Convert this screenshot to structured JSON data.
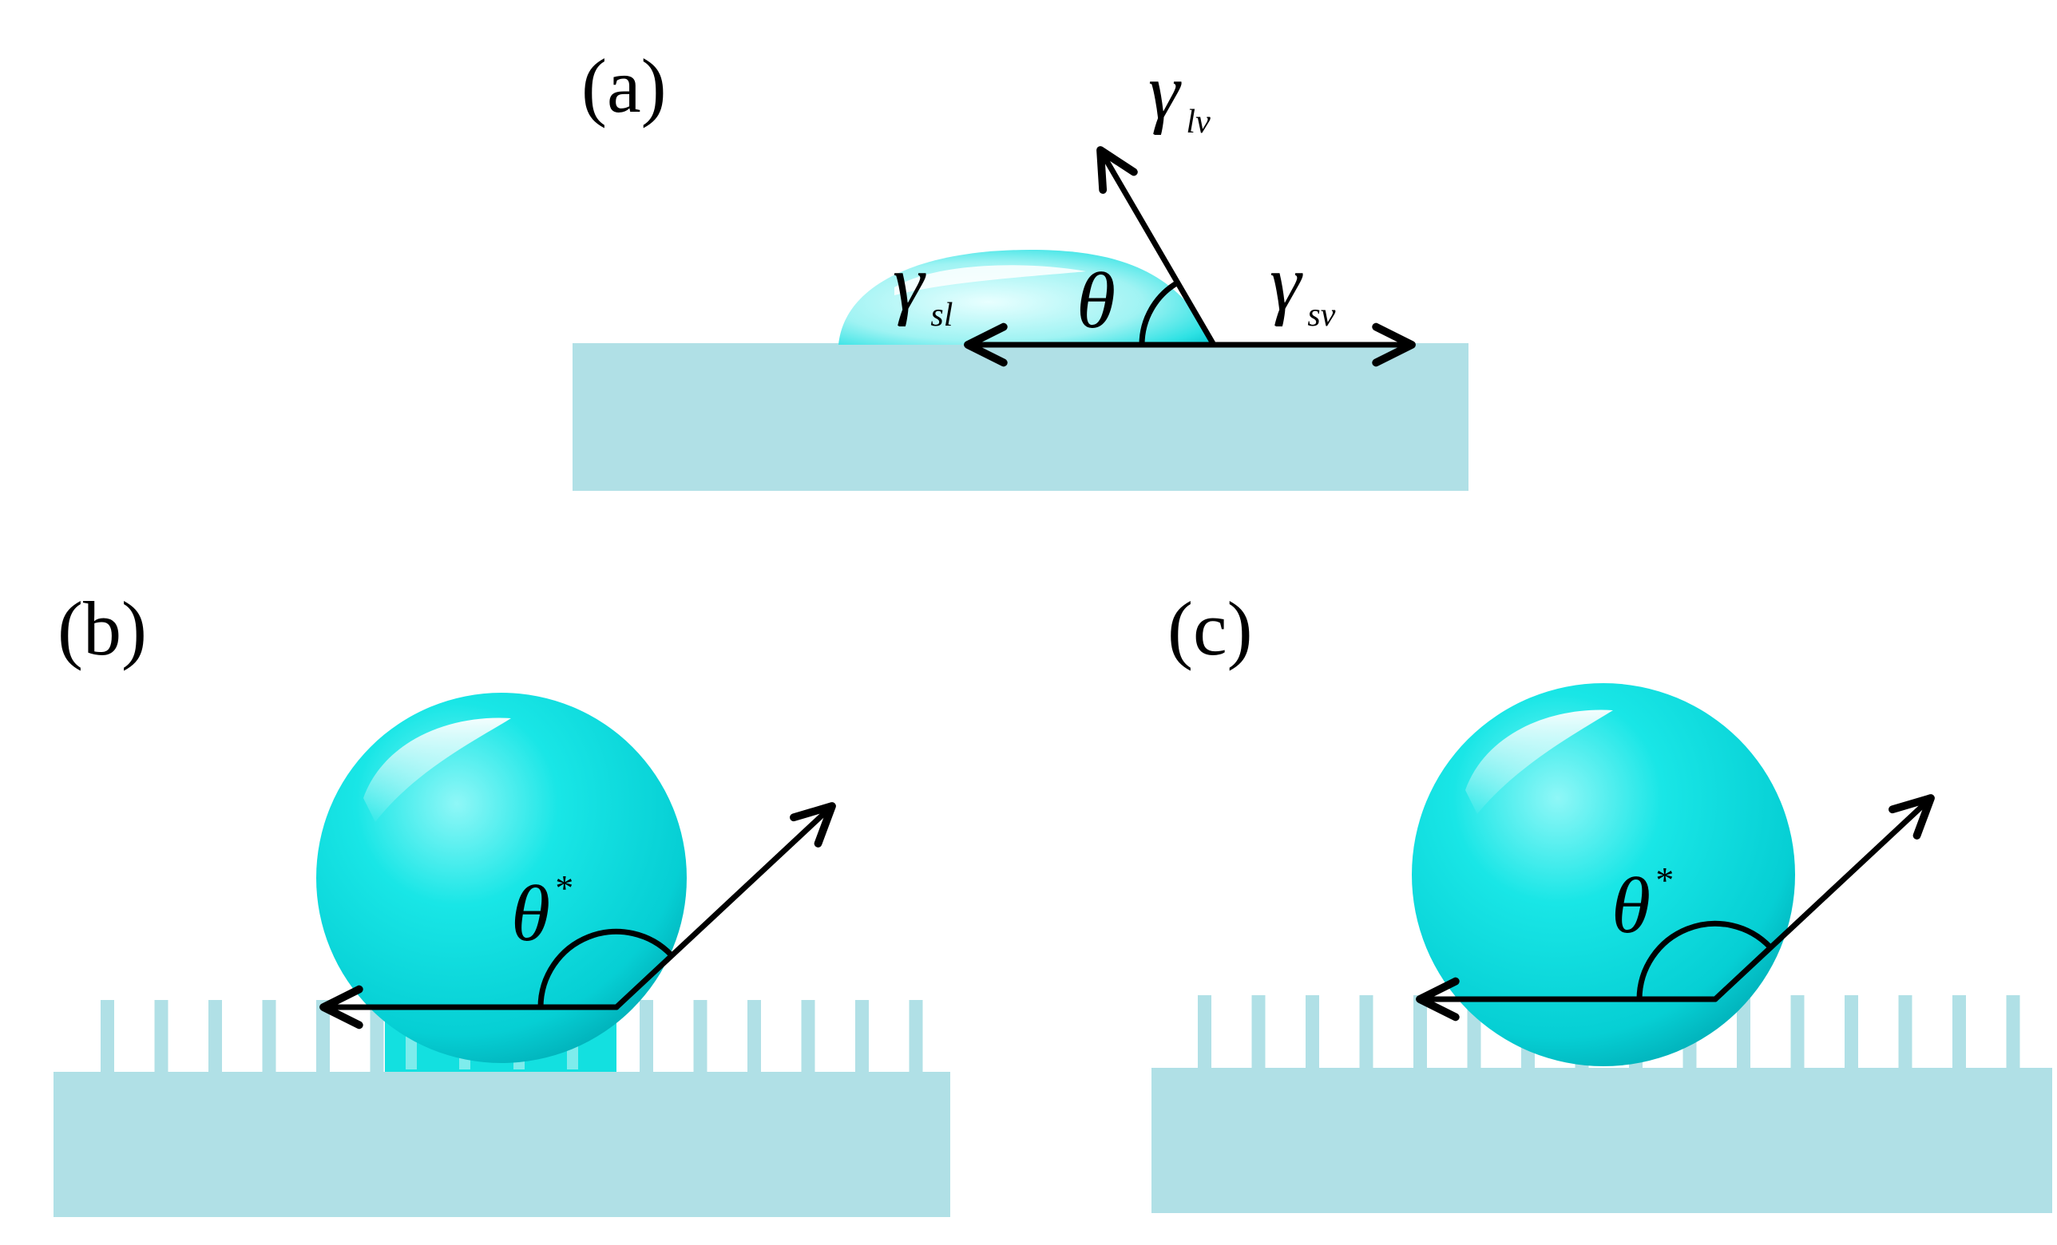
{
  "panels": {
    "a": {
      "label": "(a)",
      "symbols": {
        "gamma_lv": {
          "main": "γ",
          "sub": "lv"
        },
        "gamma_sl": {
          "main": "γ",
          "sub": "sl"
        },
        "gamma_sv": {
          "main": "γ",
          "sub": "sv"
        },
        "theta": "θ"
      }
    },
    "b": {
      "label": "(b)",
      "symbols": {
        "theta_star": {
          "main": "θ",
          "sup": "*"
        }
      }
    },
    "c": {
      "label": "(c)",
      "symbols": {
        "theta_star": {
          "main": "θ",
          "sup": "*"
        }
      }
    }
  },
  "colors": {
    "substrate": "#b0e0e6",
    "droplet": "#13e3e3",
    "droplet_dark": "#00b8c0",
    "droplet_highlight": "#ffffff",
    "vectors": "#000000"
  }
}
